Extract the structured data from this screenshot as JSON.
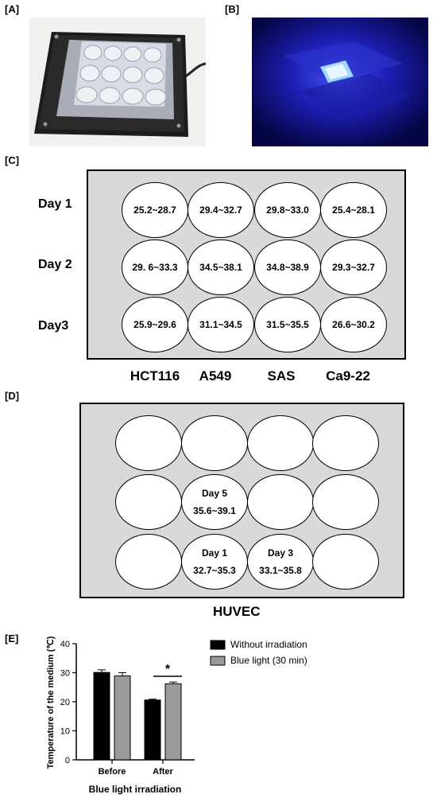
{
  "panels": {
    "a": "[A]",
    "b": "[B]",
    "c": "[C]",
    "d": "[D]",
    "e": "[E]"
  },
  "panel_c": {
    "rows": [
      "Day 1",
      "Day 2",
      "Day3"
    ],
    "columns": [
      "HCT116",
      "A549",
      "SAS",
      "Ca9-22"
    ],
    "wells": [
      [
        "25.2~28.7",
        "29.4~32.7",
        "29.8~33.0",
        "25.4~28.1"
      ],
      [
        "29. 6~33.3",
        "34.5~38.1",
        "34.8~38.9",
        "29.3~32.7"
      ],
      [
        "25.9~29.6",
        "31.1~34.5",
        "31.5~35.5",
        "26.6~30.2"
      ]
    ]
  },
  "panel_d": {
    "label": "HUVEC",
    "well_day5": {
      "day": "Day 5",
      "range": "35.6~39.1"
    },
    "well_day1": {
      "day": "Day 1",
      "range": "32.7~35.3"
    },
    "well_day3": {
      "day": "Day 3",
      "range": "33.1~35.8"
    }
  },
  "chart_data": {
    "type": "bar",
    "categories": [
      "Before",
      "After"
    ],
    "series": [
      {
        "name": "Without irradiation",
        "values": [
          30.1,
          20.6
        ],
        "errors": [
          0.9,
          0.3
        ],
        "color": "#000000"
      },
      {
        "name": "Blue light (30 min)",
        "values": [
          28.9,
          26.2
        ],
        "errors": [
          1.1,
          0.6
        ],
        "color": "#9a9a9a"
      }
    ],
    "ylabel": "Temperature of the medium (℃)",
    "xlabel": "Blue light irradiation",
    "ylim": [
      0,
      40
    ],
    "yticks": [
      "0",
      "10",
      "20",
      "30",
      "40"
    ],
    "significance": "*",
    "legend": "top-right"
  }
}
